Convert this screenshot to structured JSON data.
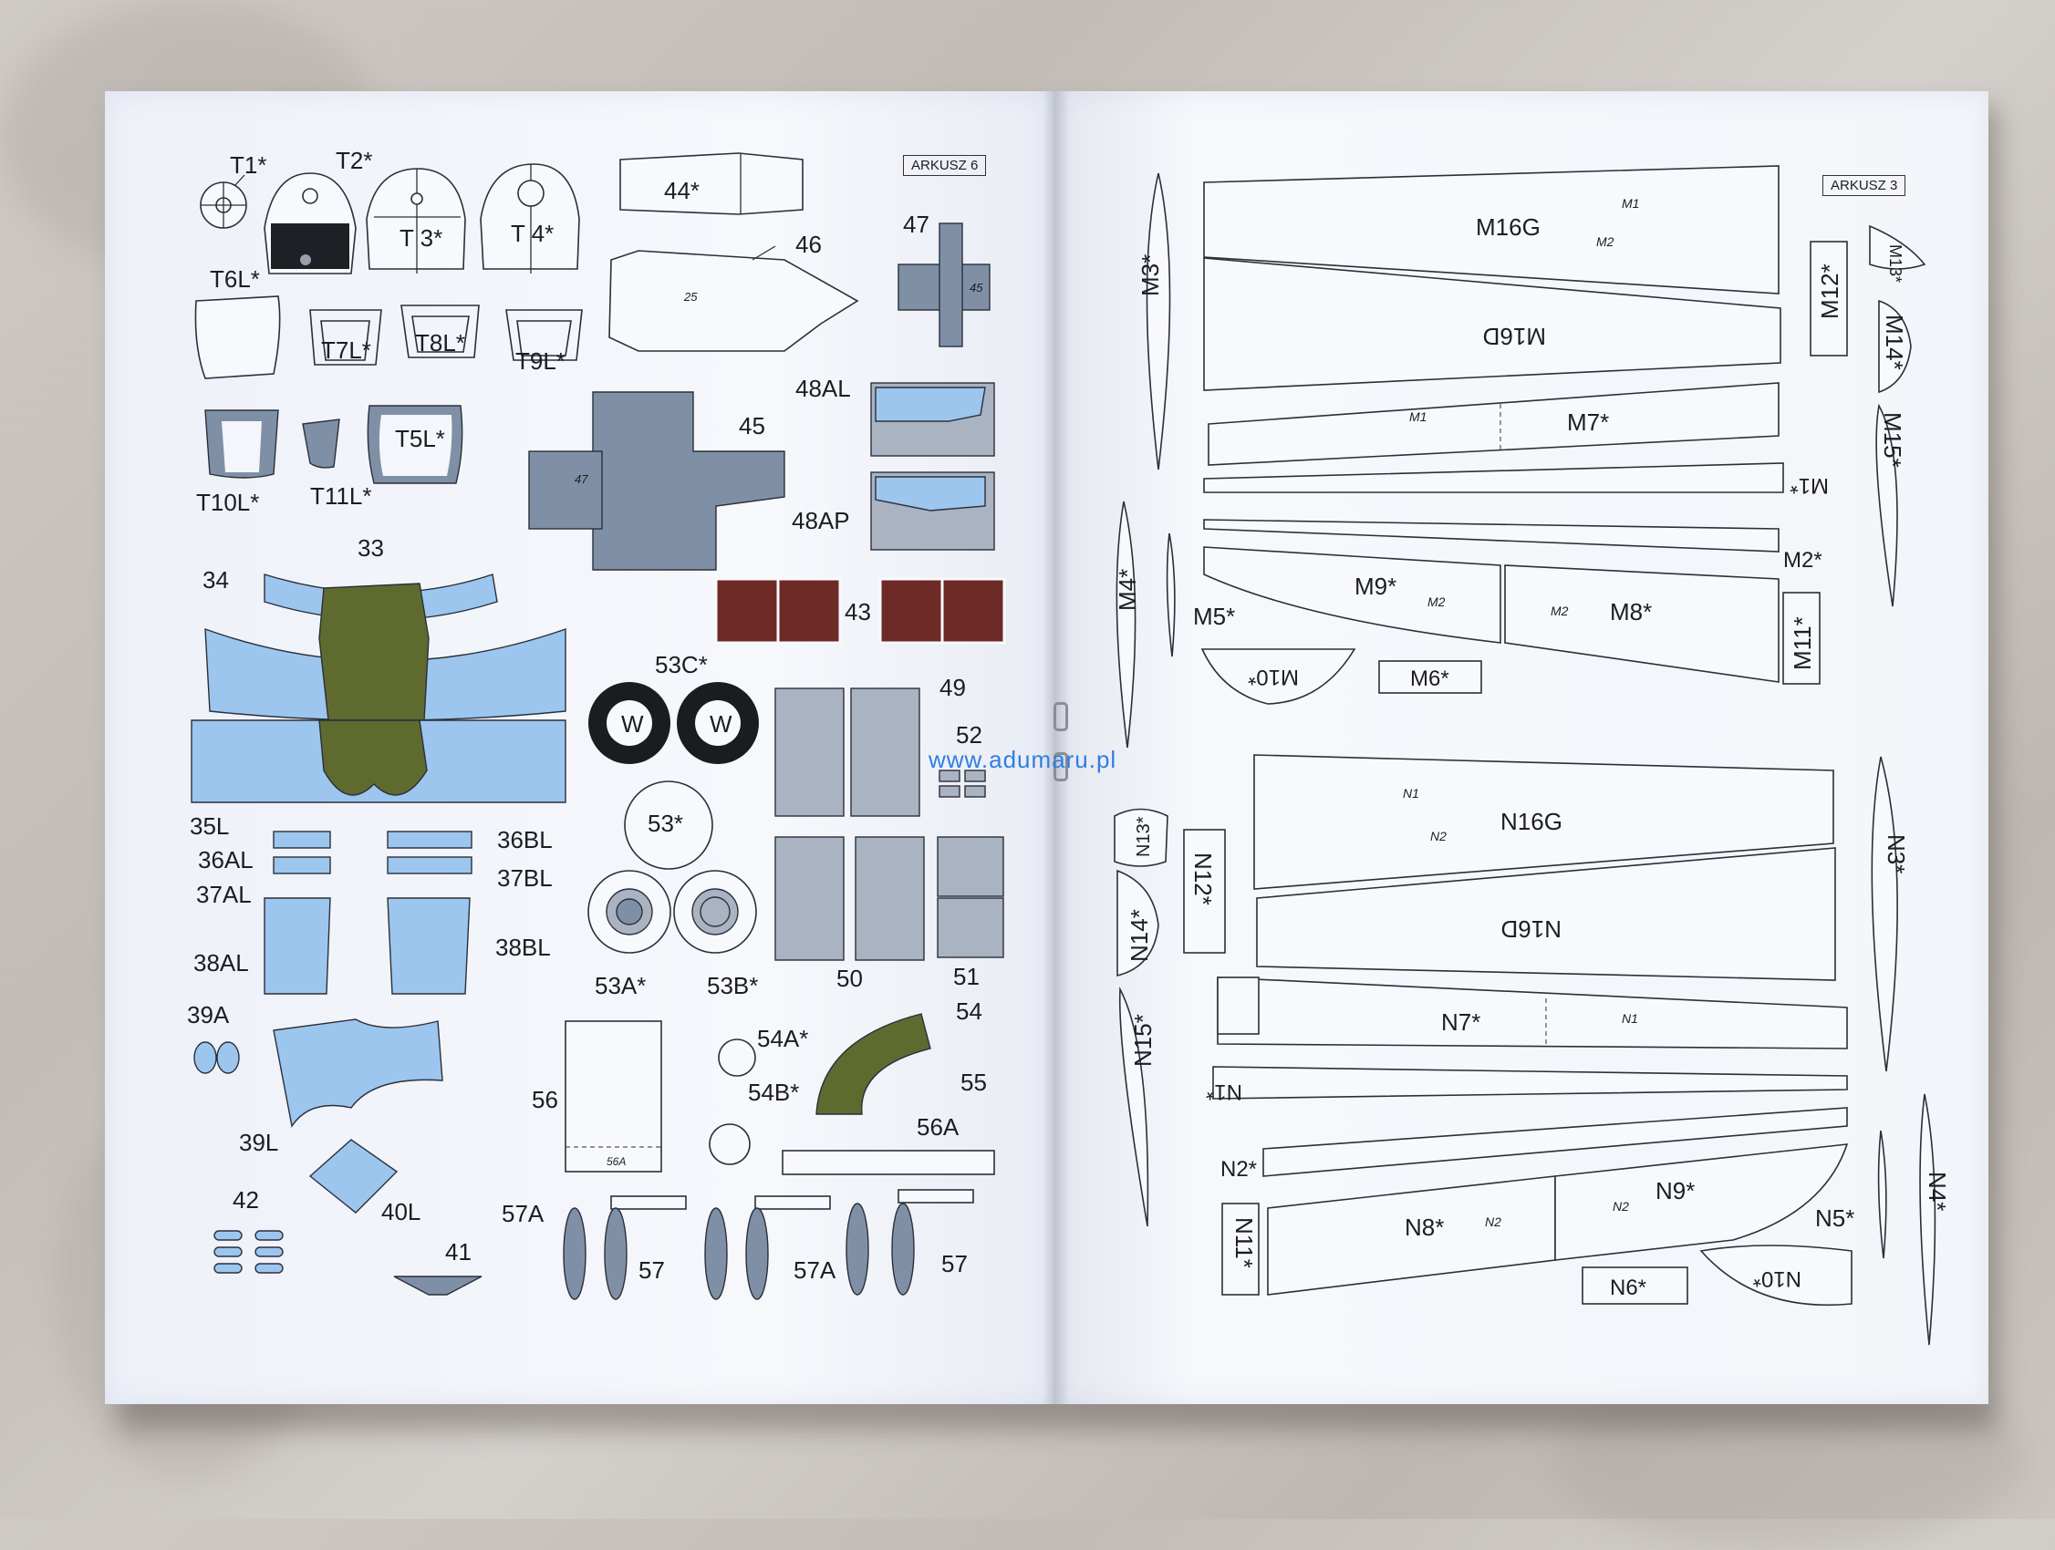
{
  "sheet_left": "ARKUSZ 6",
  "sheet_right": "ARKUSZ 3",
  "watermark": "www.adumaru.pl",
  "colors": {
    "light_blue": "#9cc6ee",
    "grey_blue": "#7f90a6",
    "olive": "#5f6a2e",
    "maroon": "#6e2a27",
    "paper": "#f4f6fb"
  },
  "left_labels": {
    "T1": "T1*",
    "T2": "T2*",
    "T3": "T 3*",
    "T4": "T 4*",
    "T6L": "T6L*",
    "T7L": "T7L*",
    "T8L": "T8L*",
    "T9L": "T9L*",
    "T10L": "T10L*",
    "T11L": "T11L*",
    "T5L": "T5L*",
    "p44": "44*",
    "p46": "46",
    "p47": "47",
    "p45": "45",
    "p48AL": "48AL",
    "p48AP": "48AP",
    "p43": "43",
    "p33": "33",
    "p34": "34",
    "p35L": "35L",
    "p36AL": "36AL",
    "p36BL": "36BL",
    "p37AL": "37AL",
    "p37BL": "37BL",
    "p38AL": "38AL",
    "p38BL": "38BL",
    "p53C": "53C*",
    "wheel_w": "W",
    "p49": "49",
    "p52": "52",
    "p53": "53*",
    "p53A": "53A*",
    "p53B": "53B*",
    "p50": "50",
    "p51": "51",
    "p39A": "39A",
    "p39L": "39L",
    "p40L": "40L",
    "p42": "42",
    "p41": "41",
    "p56": "56",
    "p56A": "56A",
    "p54": "54",
    "p54A": "54A*",
    "p54B": "54B*",
    "p55": "55",
    "p57A": "57A",
    "p57": "57",
    "small_25": "25",
    "small_47": "47",
    "small_45": "45",
    "small_56A": "56A"
  },
  "right_labels": {
    "M16G": "M16G",
    "M16D": "M16D",
    "M1": "M1",
    "M2": "M2",
    "M3": "M3*",
    "M12": "M12*",
    "M13": "M13*",
    "M14": "M14*",
    "M15": "M15*",
    "M7": "M7*",
    "M1s": "M1*",
    "M2s": "M2*",
    "M4": "M4*",
    "M5": "M5*",
    "M9": "M9*",
    "M8": "M8*",
    "M11": "M11*",
    "M10": "M10*",
    "M6": "M6*",
    "N16G": "N16G",
    "N16D": "N16D",
    "N1": "N1",
    "N2": "N2",
    "N13": "N13*",
    "N12": "N12*",
    "N14": "N14*",
    "N15": "N15*",
    "N3": "N3*",
    "N7": "N7*",
    "N1s": "N1*",
    "N2s": "N2*",
    "N8": "N8*",
    "N9": "N9*",
    "N11": "N11*",
    "N4": "N4*",
    "N5": "N5*",
    "N6": "N6*",
    "N10": "N10*"
  }
}
